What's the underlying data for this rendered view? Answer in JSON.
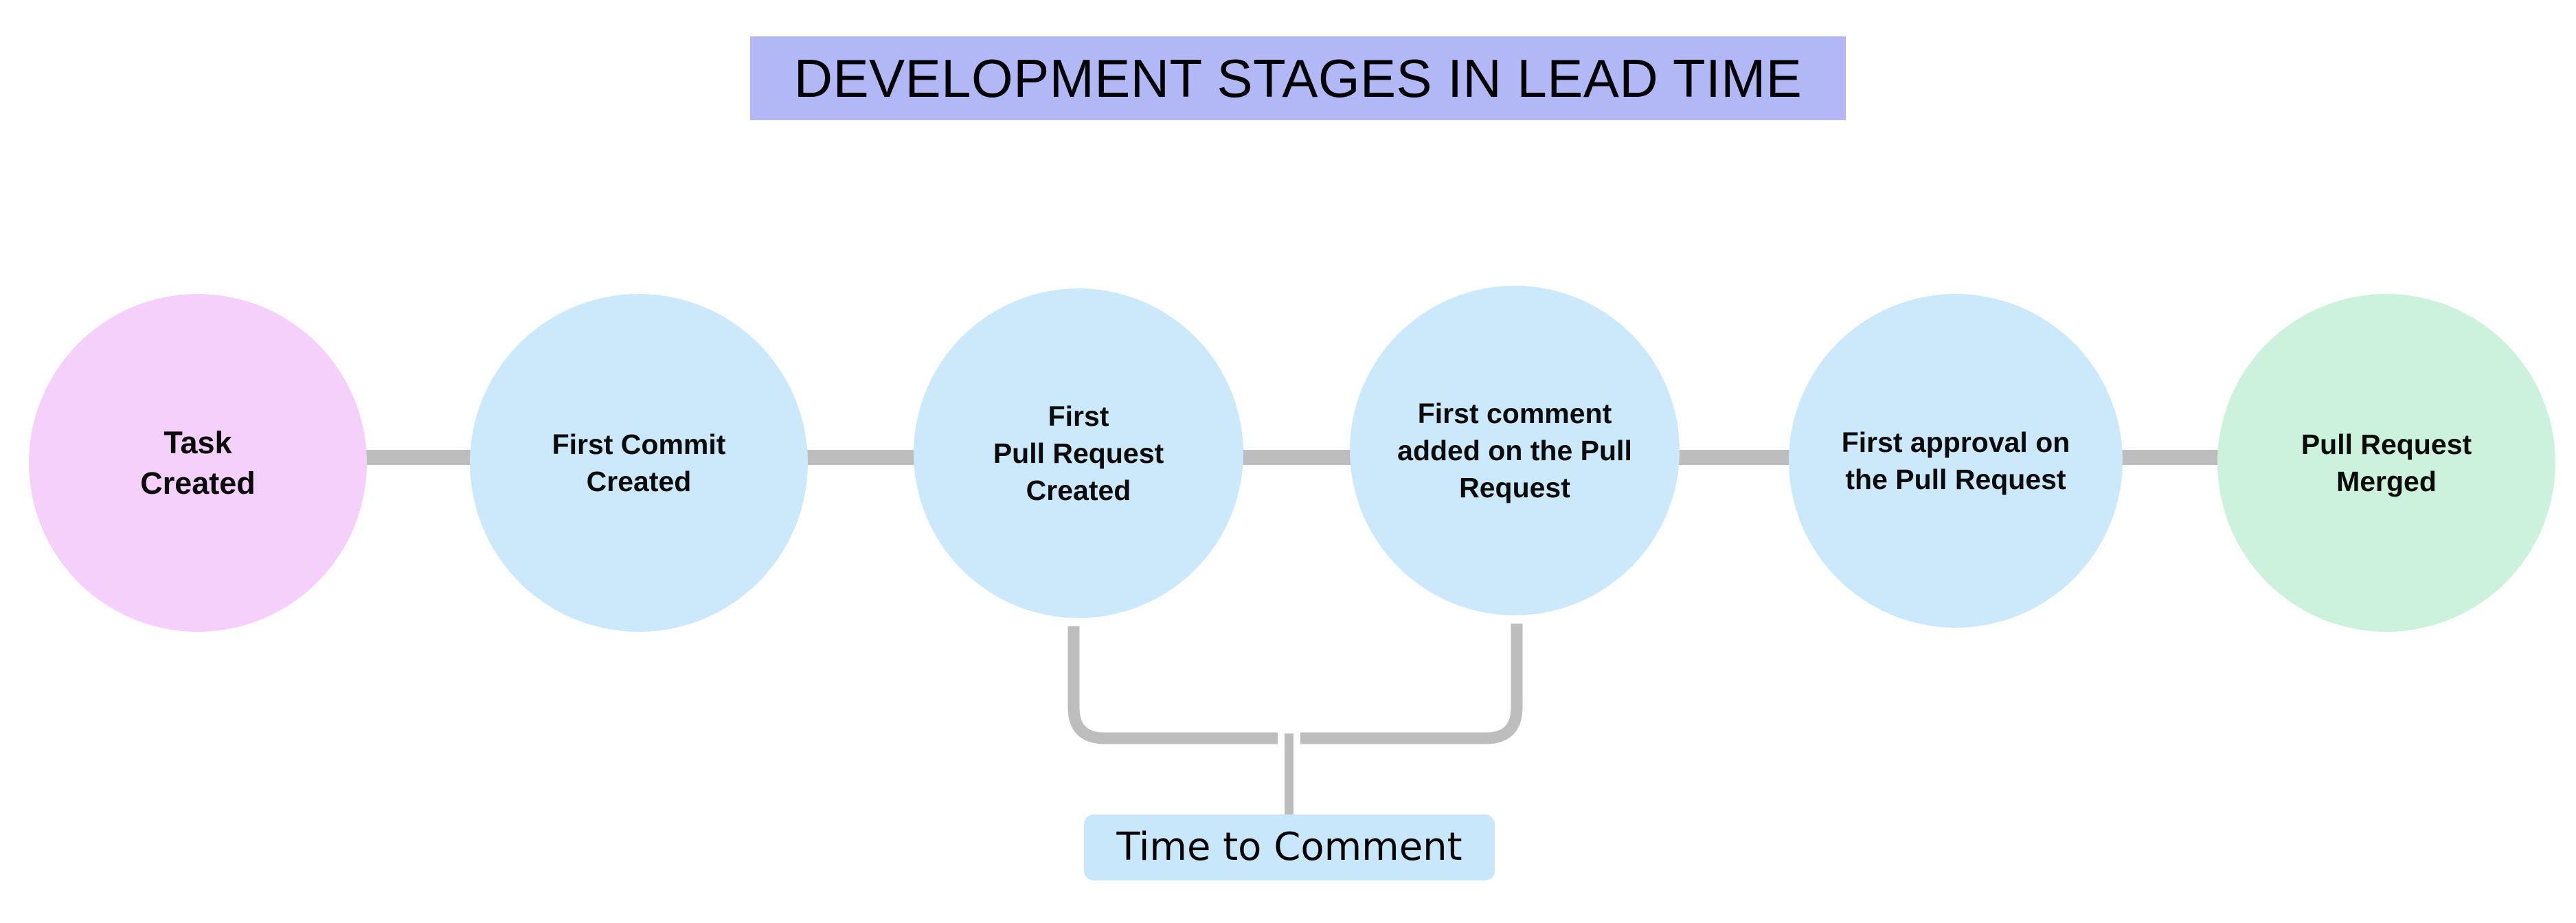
{
  "title": {
    "text": "DEVELOPMENT STAGES IN LEAD TIME",
    "background_color": "#b2b7f5"
  },
  "colors": {
    "title_banner": "#b2b7f5",
    "start_node": "#f5d0fa",
    "stage_node": "#cbe9fb",
    "end_node": "#cdf2dc",
    "connector_line": "#bdbdbd",
    "metric_label_background": "#c9e7fb",
    "page_background": "#ffffff",
    "text": "#000000"
  },
  "diagram": {
    "type": "horizontal-flow-timeline",
    "nodes": [
      {
        "id": "task-created",
        "label": "Task\nCreated",
        "shape": "circle",
        "color": "#f5d0fa",
        "order": 1
      },
      {
        "id": "first-commit",
        "label": "First Commit\nCreated",
        "shape": "circle",
        "color": "#cbe9fb",
        "order": 2
      },
      {
        "id": "first-pull-request",
        "label": "First\nPull Request\nCreated",
        "shape": "circle",
        "color": "#cbe9fb",
        "order": 3
      },
      {
        "id": "first-comment",
        "label": "First comment\nadded on the Pull\nRequest",
        "shape": "circle",
        "color": "#cbe9fb",
        "order": 4
      },
      {
        "id": "first-approval",
        "label": "First approval on\nthe Pull Request",
        "shape": "circle",
        "color": "#cbe9fb",
        "order": 5
      },
      {
        "id": "pull-request-merged",
        "label": "Pull Request\nMerged",
        "shape": "circle",
        "color": "#cdf2dc",
        "order": 6
      }
    ],
    "connectors": [
      {
        "from": "task-created",
        "to": "first-commit"
      },
      {
        "from": "first-commit",
        "to": "first-pull-request"
      },
      {
        "from": "first-pull-request",
        "to": "first-comment"
      },
      {
        "from": "first-comment",
        "to": "first-approval"
      },
      {
        "from": "first-approval",
        "to": "pull-request-merged"
      }
    ],
    "metric": {
      "id": "time-to-comment",
      "label": "Time to Comment",
      "spans_from": "first-pull-request",
      "spans_to": "first-comment",
      "background_color": "#c9e7fb"
    }
  }
}
